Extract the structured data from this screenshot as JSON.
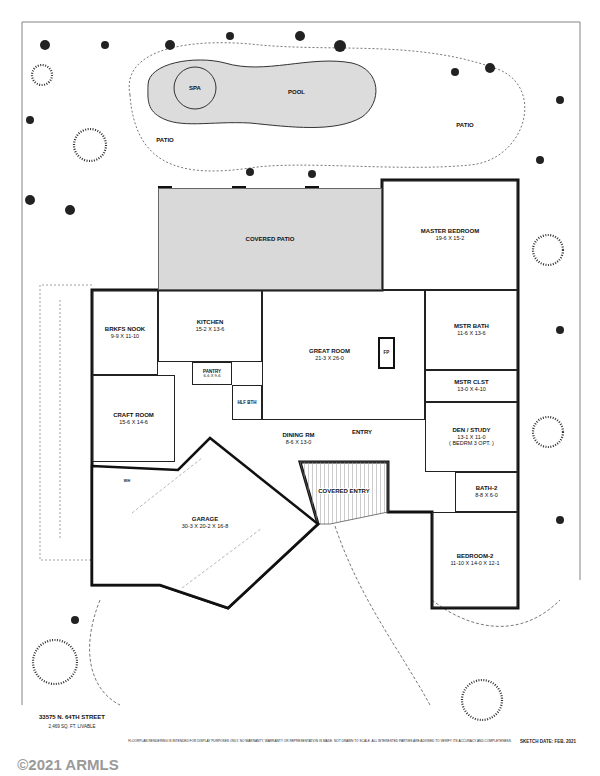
{
  "diagram": {
    "nodes": [
      {
        "text": [
          "POOL"
        ]
      },
      {
        "text": [
          "SPA"
        ],
        "in": 0
      },
      {
        "text": [
          "COVERED PATIO"
        ]
      },
      {
        "text": [
          "MASTER BEDROOM",
          "19-6 X 15-2"
        ]
      },
      {
        "text": [
          "BRKFS NOOK",
          "9-9 X 11-10"
        ]
      },
      {
        "text": [
          "KITCHEN",
          "15-2 X 13-6"
        ]
      },
      {
        "text": [
          "GREAT ROOM",
          "21-3 X 26-0"
        ]
      },
      {
        "text": [
          "MSTR BATH",
          "11-6 X 13-6"
        ]
      },
      {
        "text": [
          "PANTRY",
          "6-6 X 9-6"
        ]
      },
      {
        "text": [
          "HLF BTH"
        ]
      },
      {
        "text": [
          "MSTR CLST",
          "13-0 X 4-10"
        ]
      },
      {
        "text": [
          "CRAFT ROOM",
          "15-6 X 14-6"
        ]
      },
      {
        "text": [
          "DINING RM",
          "8-6 X 13-0"
        ]
      },
      {
        "text": [
          "DEN / STUDY",
          "13-1 X 11-0",
          "( BEDRM 3 OPT. )"
        ]
      },
      {
        "text": [
          "COVERED ENTRY"
        ]
      },
      {
        "text": [
          "GARAGE",
          "30-3 X 20-2 X 16-8"
        ]
      },
      {
        "text": [
          "BATH-2",
          "8-8 X 6-0"
        ]
      },
      {
        "text": [
          "BEDROOM-2",
          "11-10 X 14-0 X 12-1"
        ]
      }
    ],
    "labels": [
      "PATIO",
      "PATIO",
      "FP",
      "ENTRY",
      "W/H",
      "33575 N. 64TH STREET",
      "2,469 SQ. FT. LIVABLE",
      "FLOORPLAN RENDERING IS INTENDED FOR DISPLAY PURPOSES ONLY. NO WARRANTY, WARRANTY OR REPRESENTATION IS MADE. NOT DRAWN TO SCALE. ALL INTERESTED PARTIES ARE ADVISED TO VERIFY ITS ACCURACY AND COMPLETENESS.",
      "SKETCH DATE: FEB. 2021",
      "©2021 ARMLS"
    ]
  }
}
